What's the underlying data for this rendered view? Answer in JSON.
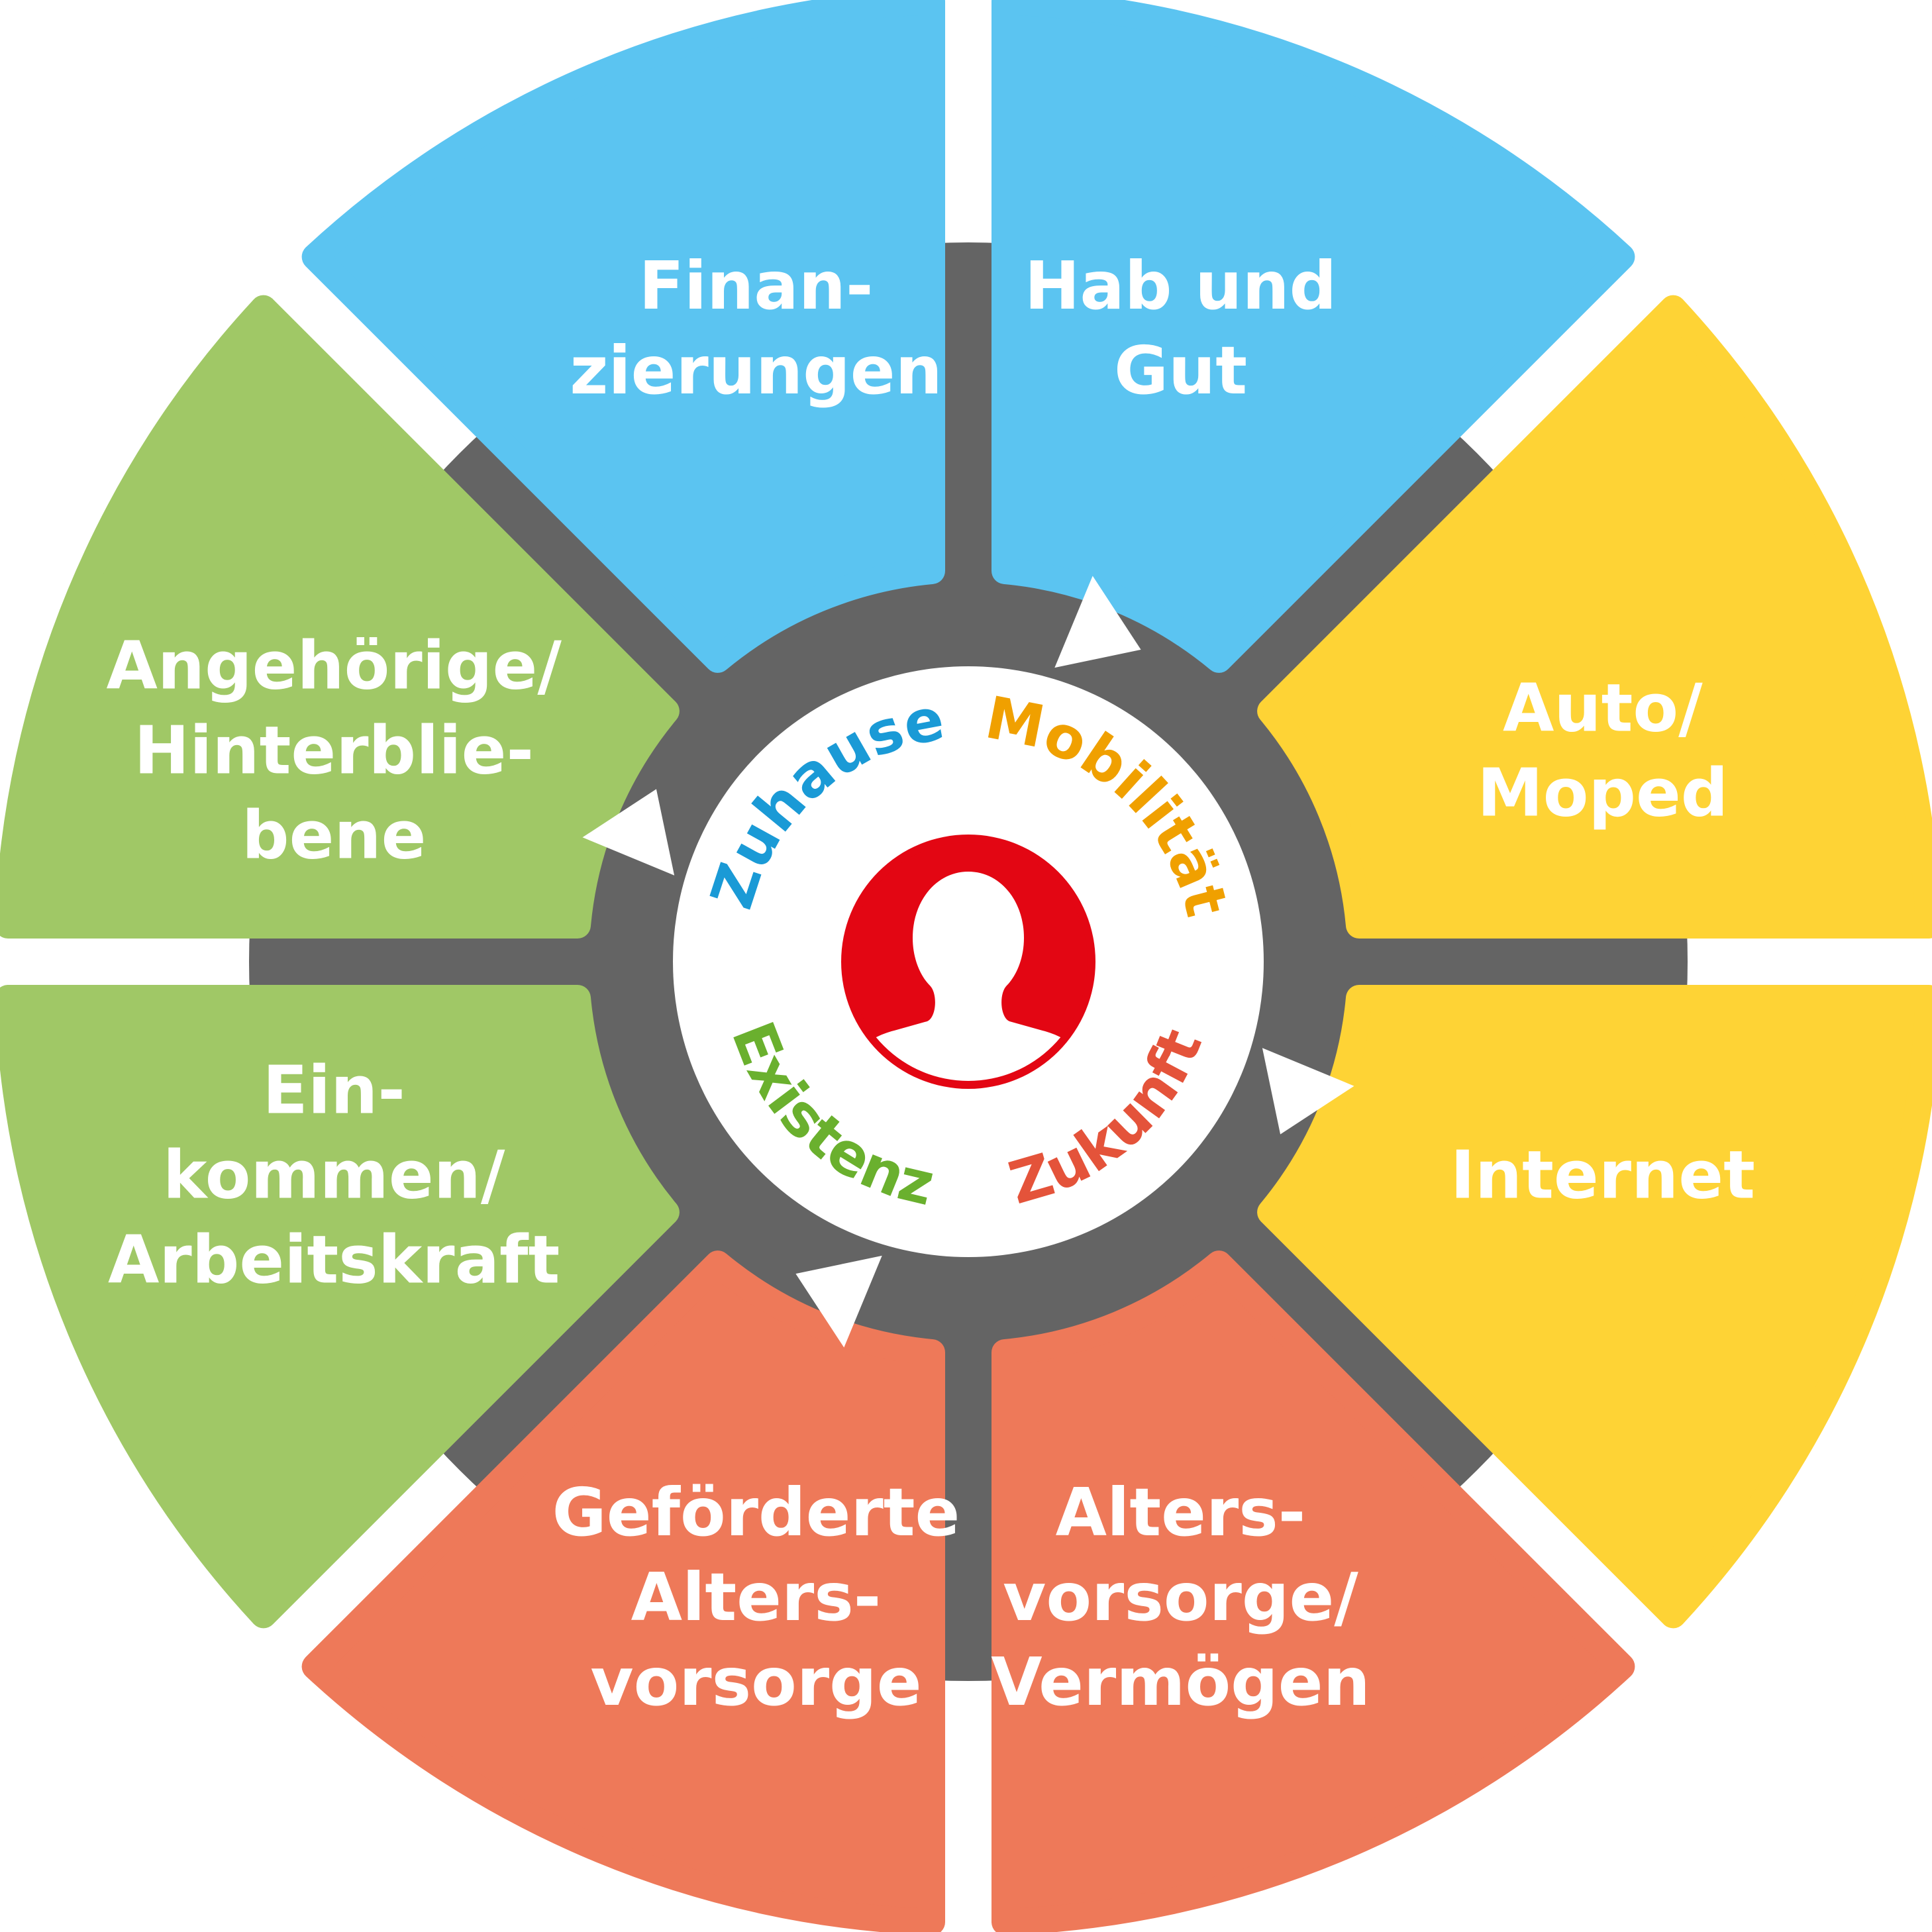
{
  "colors": {
    "ring": "#646464",
    "inner": "#ffffff",
    "person": "#e30613",
    "zuhause": "#1a9ad6",
    "mobilitaet": "#f0a000",
    "zukunft": "#e4533a",
    "existenz": "#6ab02e"
  },
  "segments": [
    {
      "id": "hab-und-gut",
      "lines": [
        "Hab und",
        "Gut"
      ],
      "color": "#5bc4f1"
    },
    {
      "id": "auto-moped",
      "lines": [
        "Auto/",
        "Moped"
      ],
      "color": "#fed335"
    },
    {
      "id": "internet",
      "lines": [
        "Internet"
      ],
      "color": "#fed335"
    },
    {
      "id": "altersvorsorge-vermoegen",
      "lines": [
        "Alters-",
        "vorsorge/",
        "Vermögen"
      ],
      "color": "#ee7959"
    },
    {
      "id": "gefoerderte-altersvorsorge",
      "lines": [
        "Geförderte",
        "Alters-",
        "vorsorge"
      ],
      "color": "#ee7959"
    },
    {
      "id": "einkommen-arbeitskraft",
      "lines": [
        "Ein-",
        "kommen/",
        "Arbeitskraft"
      ],
      "color": "#a0c866"
    },
    {
      "id": "angehoerige-hinterbliebene",
      "lines": [
        "Angehörige/",
        "Hinterblie-",
        "bene"
      ],
      "color": "#a0c866"
    },
    {
      "id": "finanzierungen",
      "lines": [
        "Finan-",
        "zierungen"
      ],
      "color": "#5bc4f1"
    }
  ],
  "center": {
    "zuhause": "Zuhause",
    "mobilitaet": "Mobilität",
    "zukunft": "Zukunft",
    "existenz": "Existenz"
  },
  "icons": {
    "person": "person-silhouette-icon",
    "arrow": "triangle-arrow-icon"
  }
}
